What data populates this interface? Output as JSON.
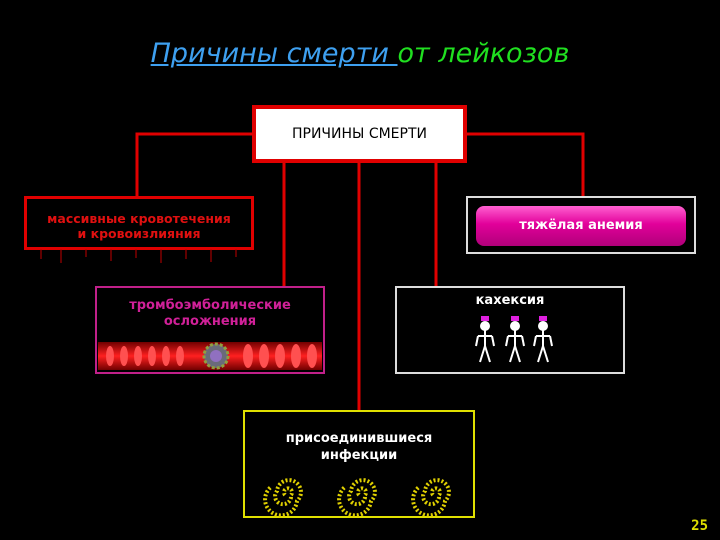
{
  "title": {
    "part1": "Причины смерти ",
    "part2": "от лейкозов"
  },
  "root": {
    "label": "ПРИЧИНЫ СМЕРТИ"
  },
  "causes": {
    "bleeding": {
      "line1": "массивные кровотечения",
      "line2": "и кровоизлияния"
    },
    "anemia": {
      "label": "тяжёлая анемия"
    },
    "thrombo": {
      "line1": "тромбоэмболические",
      "line2": "осложнения"
    },
    "cachexia": {
      "label": "кахексия"
    },
    "infection": {
      "line1": "присоединившиеся",
      "line2": "инфекции"
    }
  },
  "page_number": "25",
  "colors": {
    "red": "#e00000",
    "magenta": "#c0208a",
    "yellow": "#e0e000",
    "blue": "#3ea0f0",
    "green": "#20e020"
  }
}
